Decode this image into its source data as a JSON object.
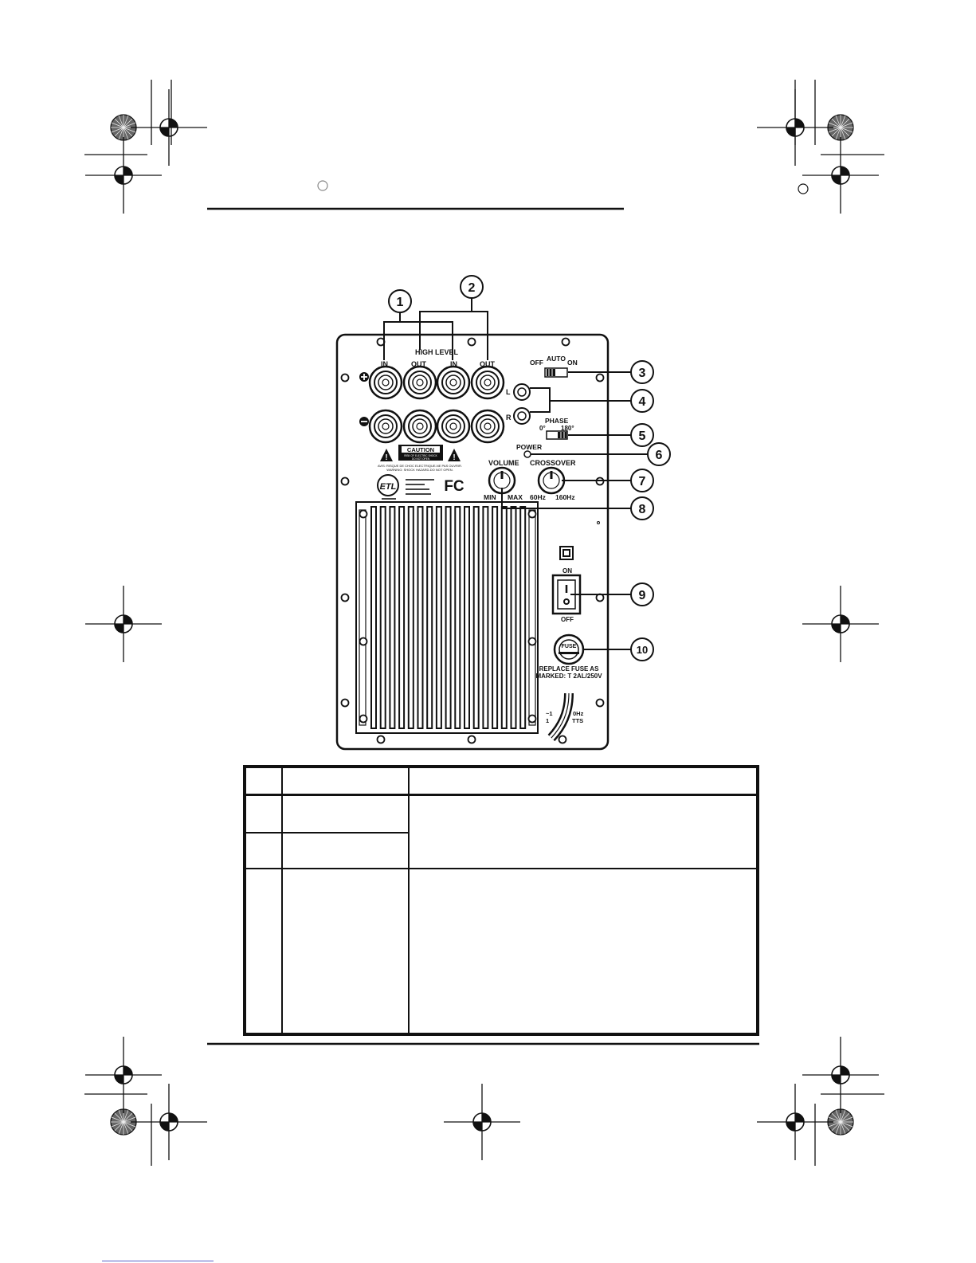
{
  "panel_labels": {
    "high_level": "HIGH LEVEL",
    "in_1": "IN",
    "out_1": "OUT",
    "in_2": "IN",
    "out_2": "OUT",
    "off": "OFF",
    "auto": "AUTO",
    "on_switch": "ON",
    "l": "L",
    "r": "R",
    "phase": "PHASE",
    "phase_0": "0°",
    "phase_180": "180°",
    "power": "POWER",
    "volume": "VOLUME",
    "min": "MIN",
    "max": "MAX",
    "crossover": "CROSSOVER",
    "hz60": "60Hz",
    "hz160": "160Hz",
    "caution": "CAUTION",
    "caution_sub1": "RISK OF ELECTRIC SHOCK",
    "caution_sub2": "DO NOT OPEN",
    "caution_fr1": "AVIS: RISQUE DE CHOC ELECTRIQUE-NE PAS OUVRIR.",
    "caution_fr2": "WARNING: SHOCK HAZARD-DO NOT OPEN.",
    "fcc": "FC",
    "rocker_on": "ON",
    "rocker_off": "OFF",
    "fuse": "FUSE",
    "fuse_label_1": "REPLACE FUSE AS",
    "fuse_label_2": "MARKED: T 2AL/250V",
    "power_rating_1": "~1",
    "power_rating_1b": "0Hz",
    "power_rating_2": "1",
    "power_rating_2b": "TTS"
  },
  "callouts": [
    "1",
    "2",
    "3",
    "4",
    "5",
    "6",
    "7",
    "8",
    "9",
    "10"
  ]
}
